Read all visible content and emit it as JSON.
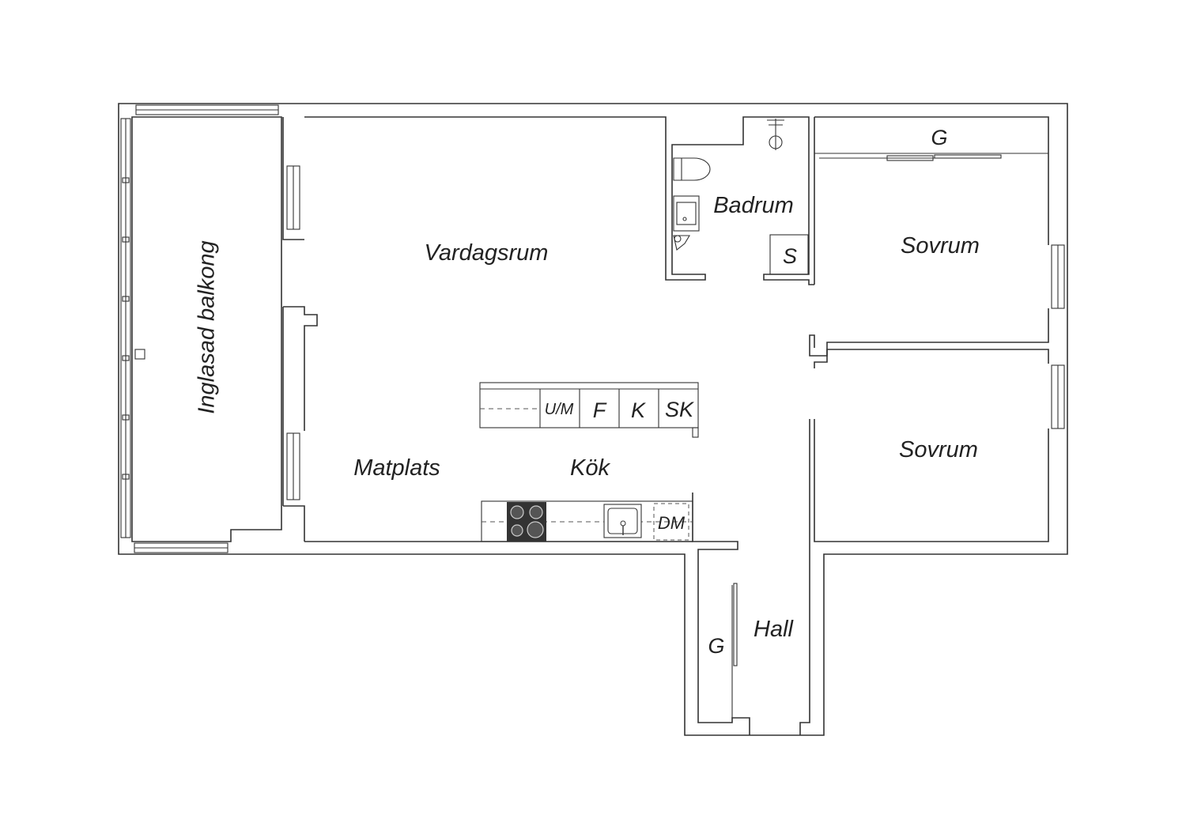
{
  "floor_plan": {
    "rooms": {
      "balcony": "Inglasad balkong",
      "living_room": "Vardagsrum",
      "bathroom": "Badrum",
      "bedroom_1": "Sovrum",
      "bedroom_2": "Sovrum",
      "dining": "Matplats",
      "kitchen": "Kök",
      "hall": "Hall"
    },
    "fixtures": {
      "wardrobe_bedroom": "G",
      "wardrobe_hall": "G",
      "storage_bathroom": "S",
      "washer_dryer": "U/M",
      "fridge": "F",
      "cooler": "K",
      "freezer": "SK",
      "dishwasher": "DM"
    }
  }
}
